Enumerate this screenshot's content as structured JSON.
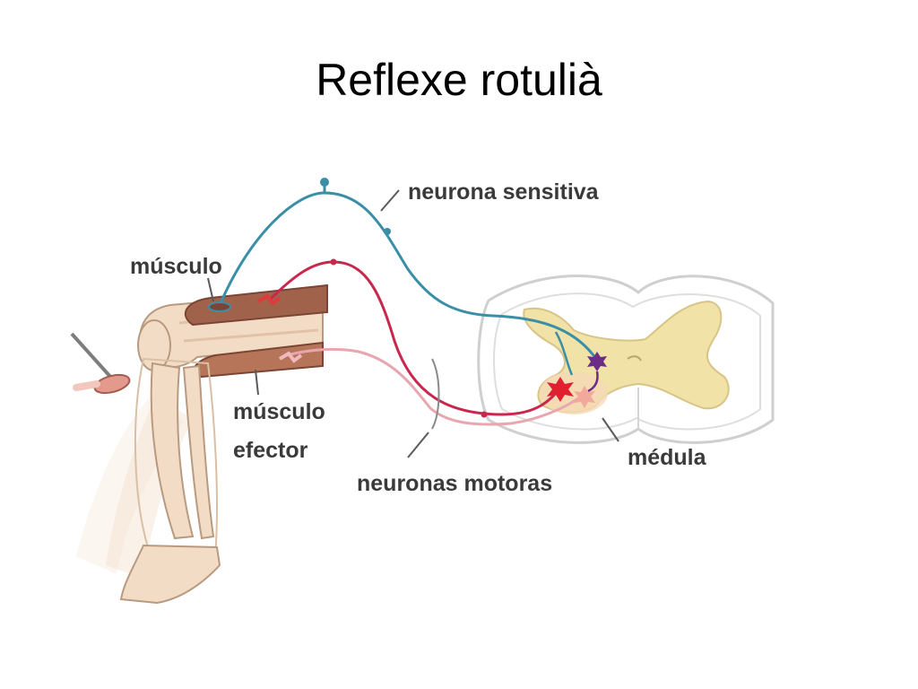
{
  "slide": {
    "title": "Reflexe rotulià"
  },
  "diagram": {
    "labels": {
      "sensory_neuron": "neurona sensitiva",
      "muscle": "músculo",
      "effector_muscle_line1": "músculo",
      "effector_muscle_line2": "efector",
      "motor_neurons": "neuronas motoras",
      "spinal_cord": "médula"
    },
    "colors": {
      "sensory_neuron": "#3a8fa6",
      "motor_neuron_1": "#c8284e",
      "motor_neuron_2": "#e8a7b0",
      "interneuron": "#6b2d86",
      "muscle": "#a0624b",
      "bone": "#f3dcc6",
      "grey_matter": "#f1e2a8",
      "label_text": "#3a3a3a"
    },
    "icons": {
      "reflex_hammer": "reflex-hammer-icon"
    }
  }
}
